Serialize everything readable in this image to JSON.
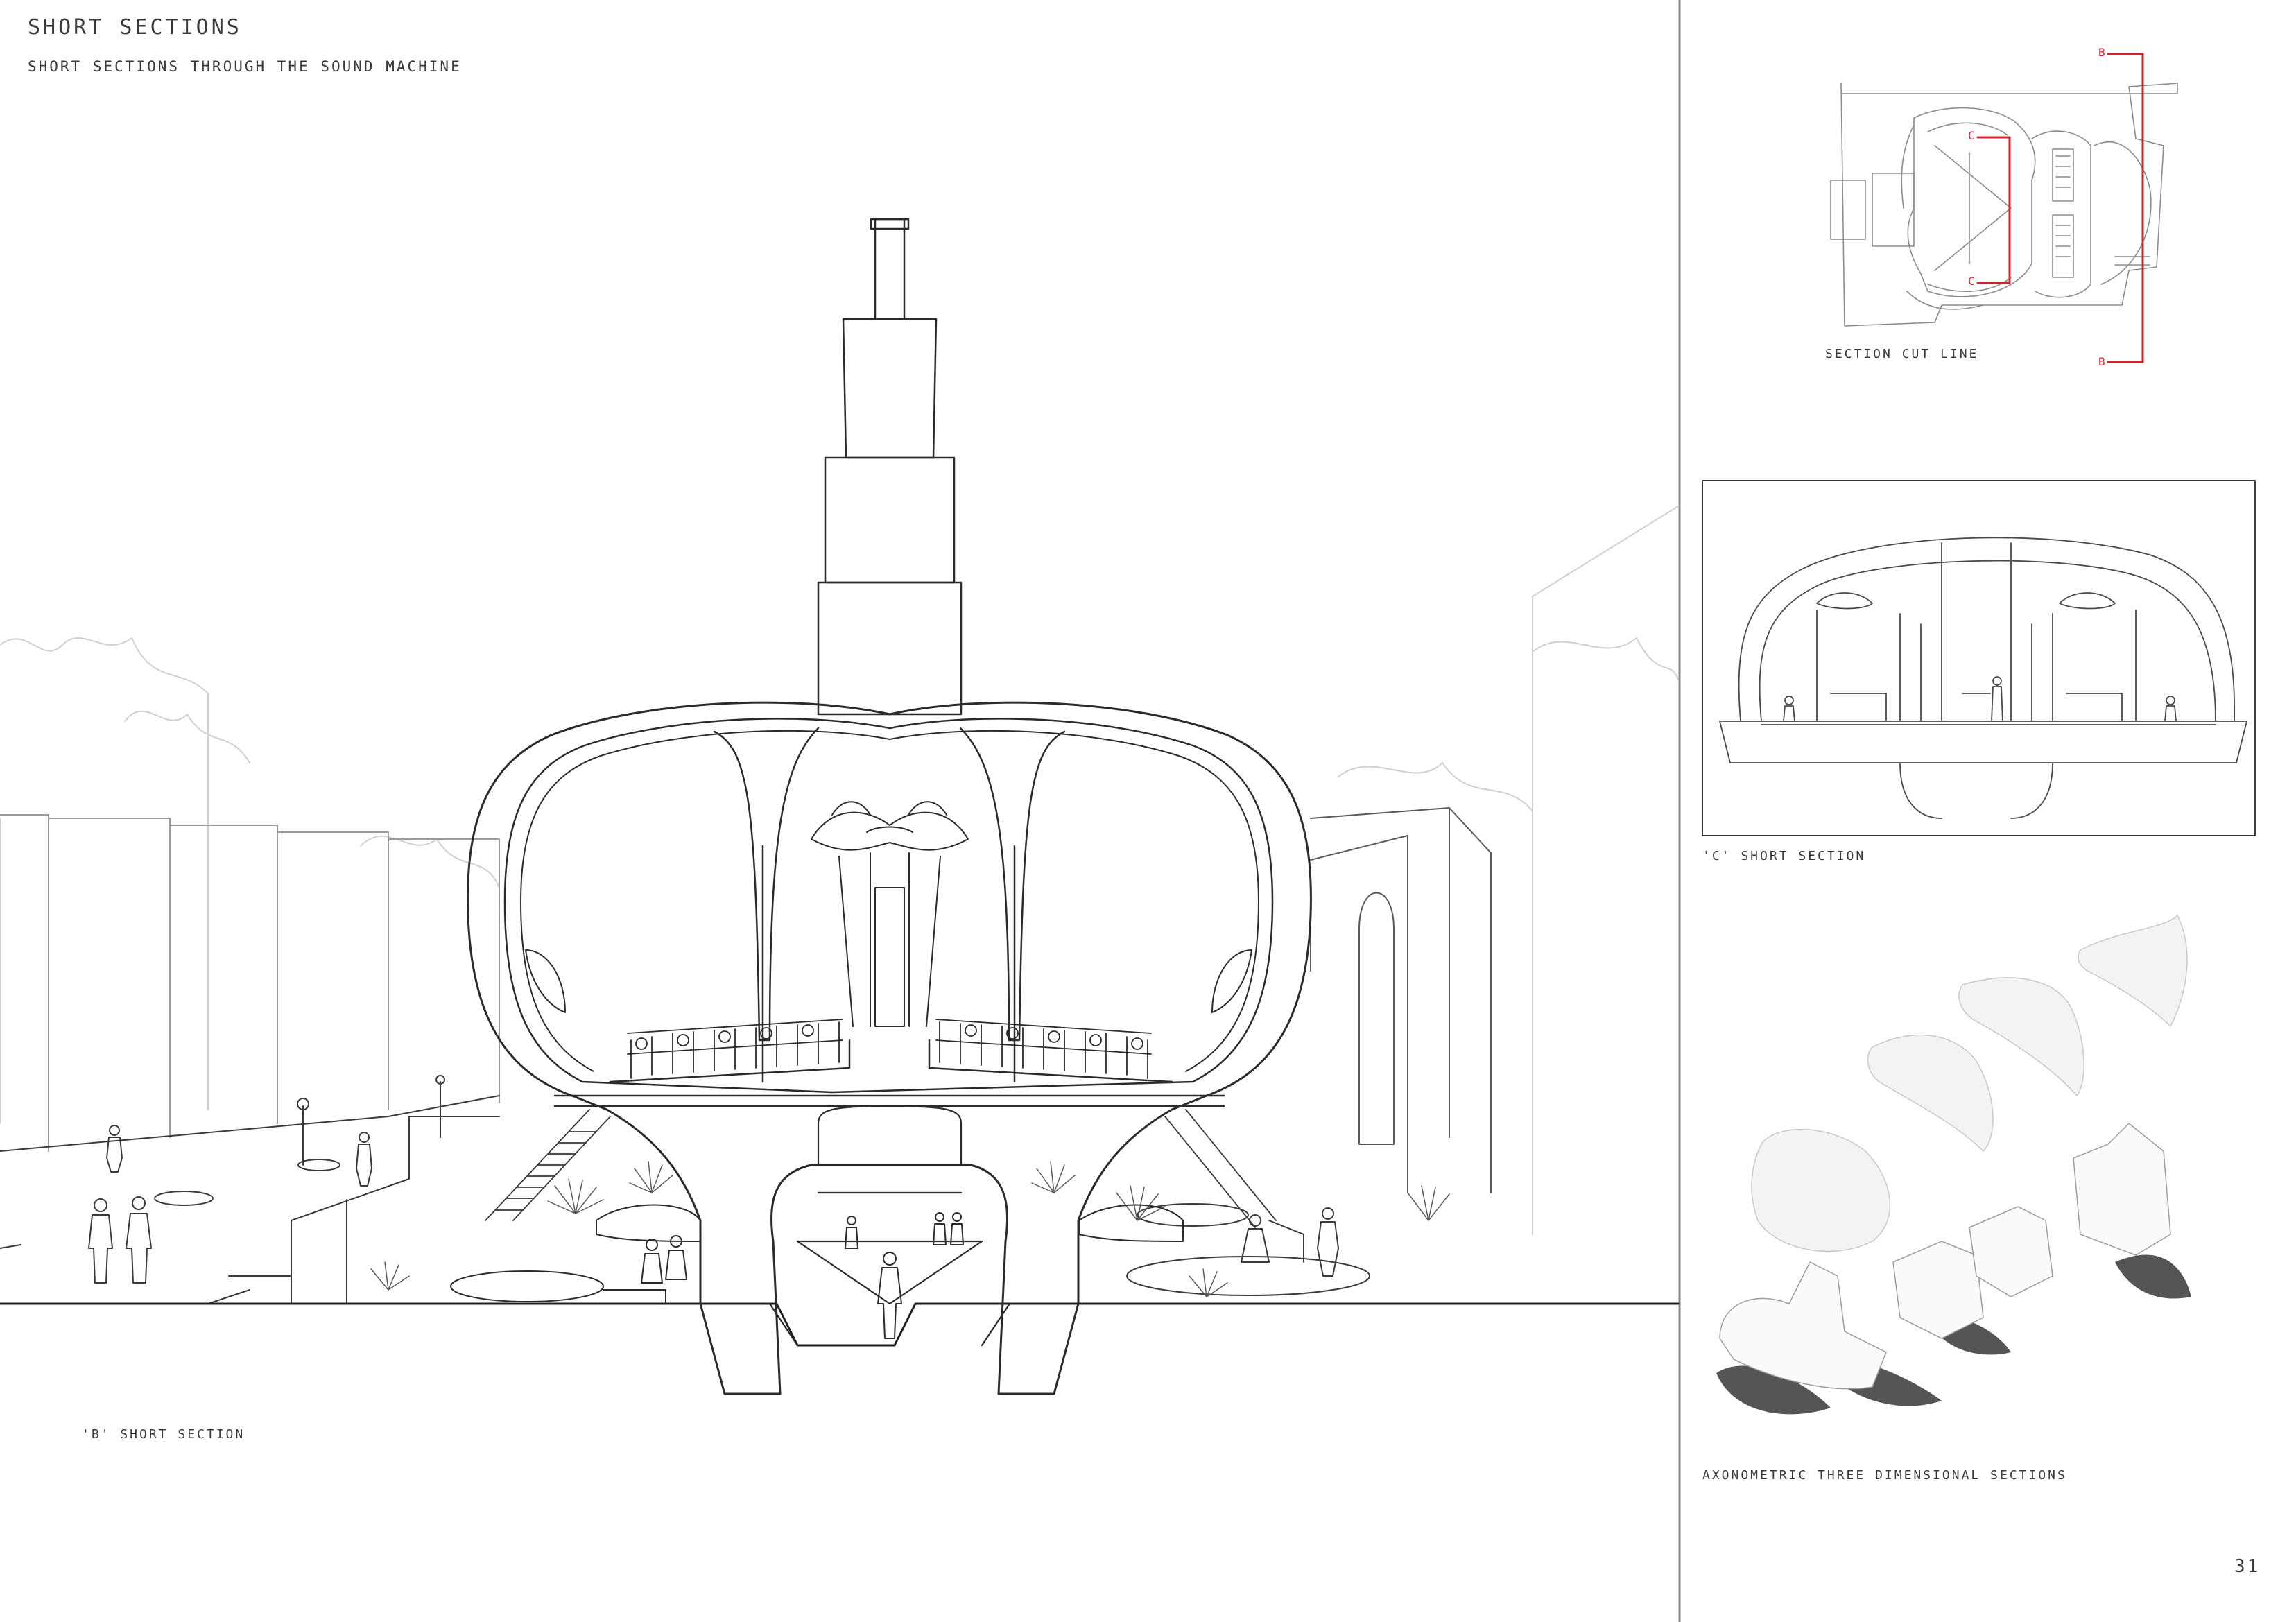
{
  "sheet": {
    "title": "SHORT SECTIONS",
    "subtitle": "SHORT SECTIONS THROUGH THE SOUND MACHINE",
    "page_number": "31"
  },
  "captions": {
    "b_section": "'B' SHORT SECTION",
    "section_cut": "SECTION CUT LINE",
    "c_section": "'C' SHORT SECTION",
    "axonometric": "AXONOMETRIC THREE DIMENSIONAL SECTIONS"
  },
  "plan_markers": {
    "b_top": "B",
    "b_bottom": "B",
    "c_top": "C",
    "c_bottom": "C"
  },
  "colors": {
    "line": "#2b2b2b",
    "faint": "#c9c9c9",
    "cut_line": "#d2232a"
  }
}
